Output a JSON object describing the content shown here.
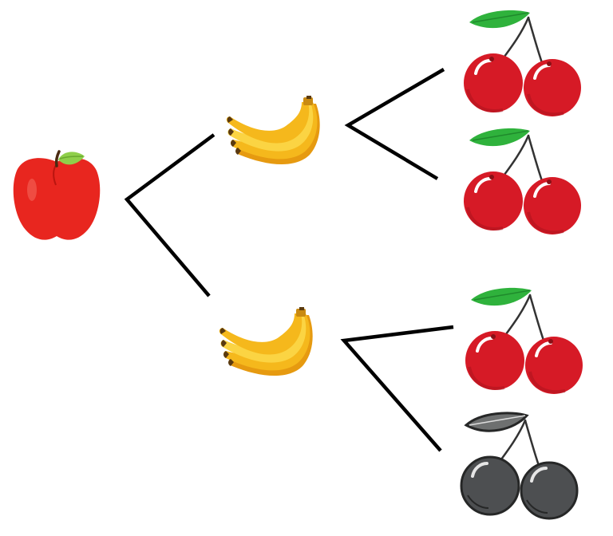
{
  "colors": {
    "apple": "#e8261f",
    "apple_shade": "#c41914",
    "leaf": "#2fb23c",
    "leaf_light": "#8fcf4a",
    "banana": "#f5b81c",
    "banana_light": "#fbd443",
    "banana_dark": "#e69a10",
    "cherry": "#d61a26",
    "cherry_dark": "#a8121b",
    "cherry_gray": "#4d4f51",
    "cherry_gray_dark": "#262727",
    "line": "#000000"
  },
  "tree": {
    "root": {
      "fruit": "apple",
      "icon": "apple-icon"
    },
    "levels": [
      [
        {
          "fruit": "banana",
          "icon": "banana-bunch-icon"
        },
        {
          "fruit": "banana",
          "icon": "banana-bunch-icon"
        }
      ],
      [
        {
          "fruit": "cherry",
          "icon": "cherry-icon",
          "color": "red"
        },
        {
          "fruit": "cherry",
          "icon": "cherry-icon",
          "color": "red"
        },
        {
          "fruit": "cherry",
          "icon": "cherry-icon",
          "color": "red"
        },
        {
          "fruit": "cherry",
          "icon": "cherry-icon",
          "color": "gray"
        }
      ]
    ]
  }
}
